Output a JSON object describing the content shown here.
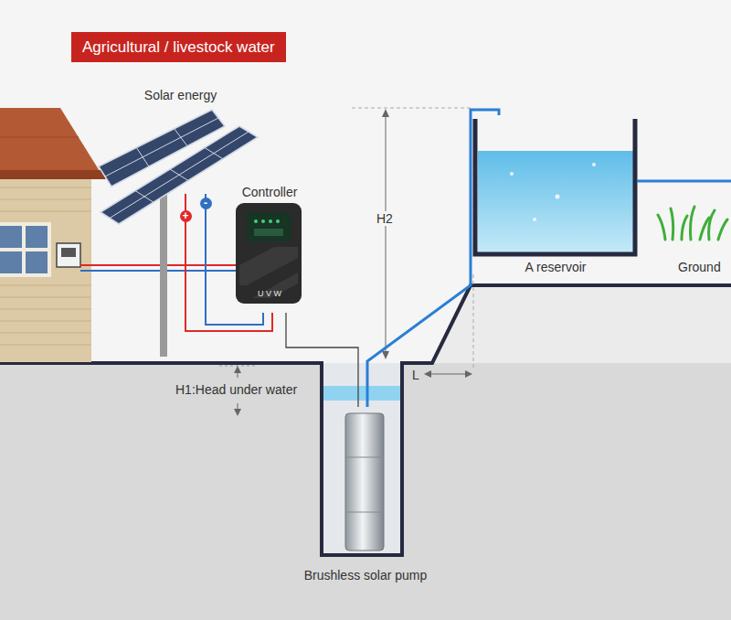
{
  "diagram": {
    "title": "Agricultural / livestock water",
    "nodes": [
      {
        "text": [
          "Solar energy"
        ]
      },
      {
        "text": [
          "Controller",
          "U V W"
        ]
      },
      {
        "text": [
          "A reservoir"
        ]
      },
      {
        "text": [
          "Brushless solar pump"
        ]
      }
    ],
    "edges": [
      {
        "from": 0,
        "to": 1,
        "arrow": "none",
        "label": "+"
      },
      {
        "from": 0,
        "to": 1,
        "arrow": "none",
        "label": "-"
      },
      {
        "from": 1,
        "to": 3,
        "arrow": "none"
      },
      {
        "from": 3,
        "to": 2,
        "arrow": "none"
      }
    ],
    "labels": [
      "H2",
      "H1:Head under water",
      "L",
      "Ground"
    ]
  }
}
